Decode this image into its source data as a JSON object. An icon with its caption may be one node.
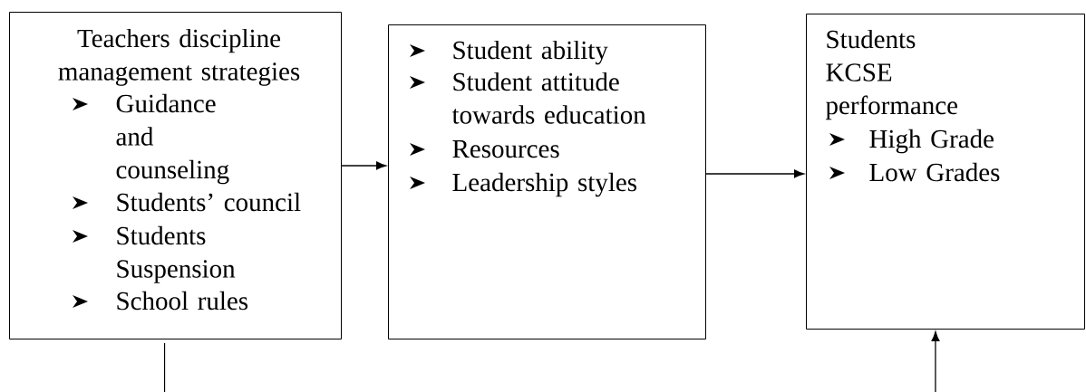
{
  "diagram": {
    "nodes": [
      {
        "text": [
          "Teachers discipline management strategies",
          "Guidance and counseling",
          "Students’ council",
          "Students Suspension",
          "School rules"
        ]
      },
      {
        "text": [
          "Student ability",
          "Student attitude towards education",
          "Resources",
          "Leadership styles"
        ]
      },
      {
        "text": [
          "Students KCSE performance",
          "High Grade",
          "Low Grades"
        ]
      }
    ],
    "edges": [
      {
        "from": 0,
        "to": 1,
        "arrow": "to"
      },
      {
        "from": 1,
        "to": 2,
        "arrow": "to"
      },
      {
        "from": 0,
        "to": null,
        "arrow": "none"
      },
      {
        "from": null,
        "to": 2,
        "arrow": "to"
      }
    ]
  }
}
